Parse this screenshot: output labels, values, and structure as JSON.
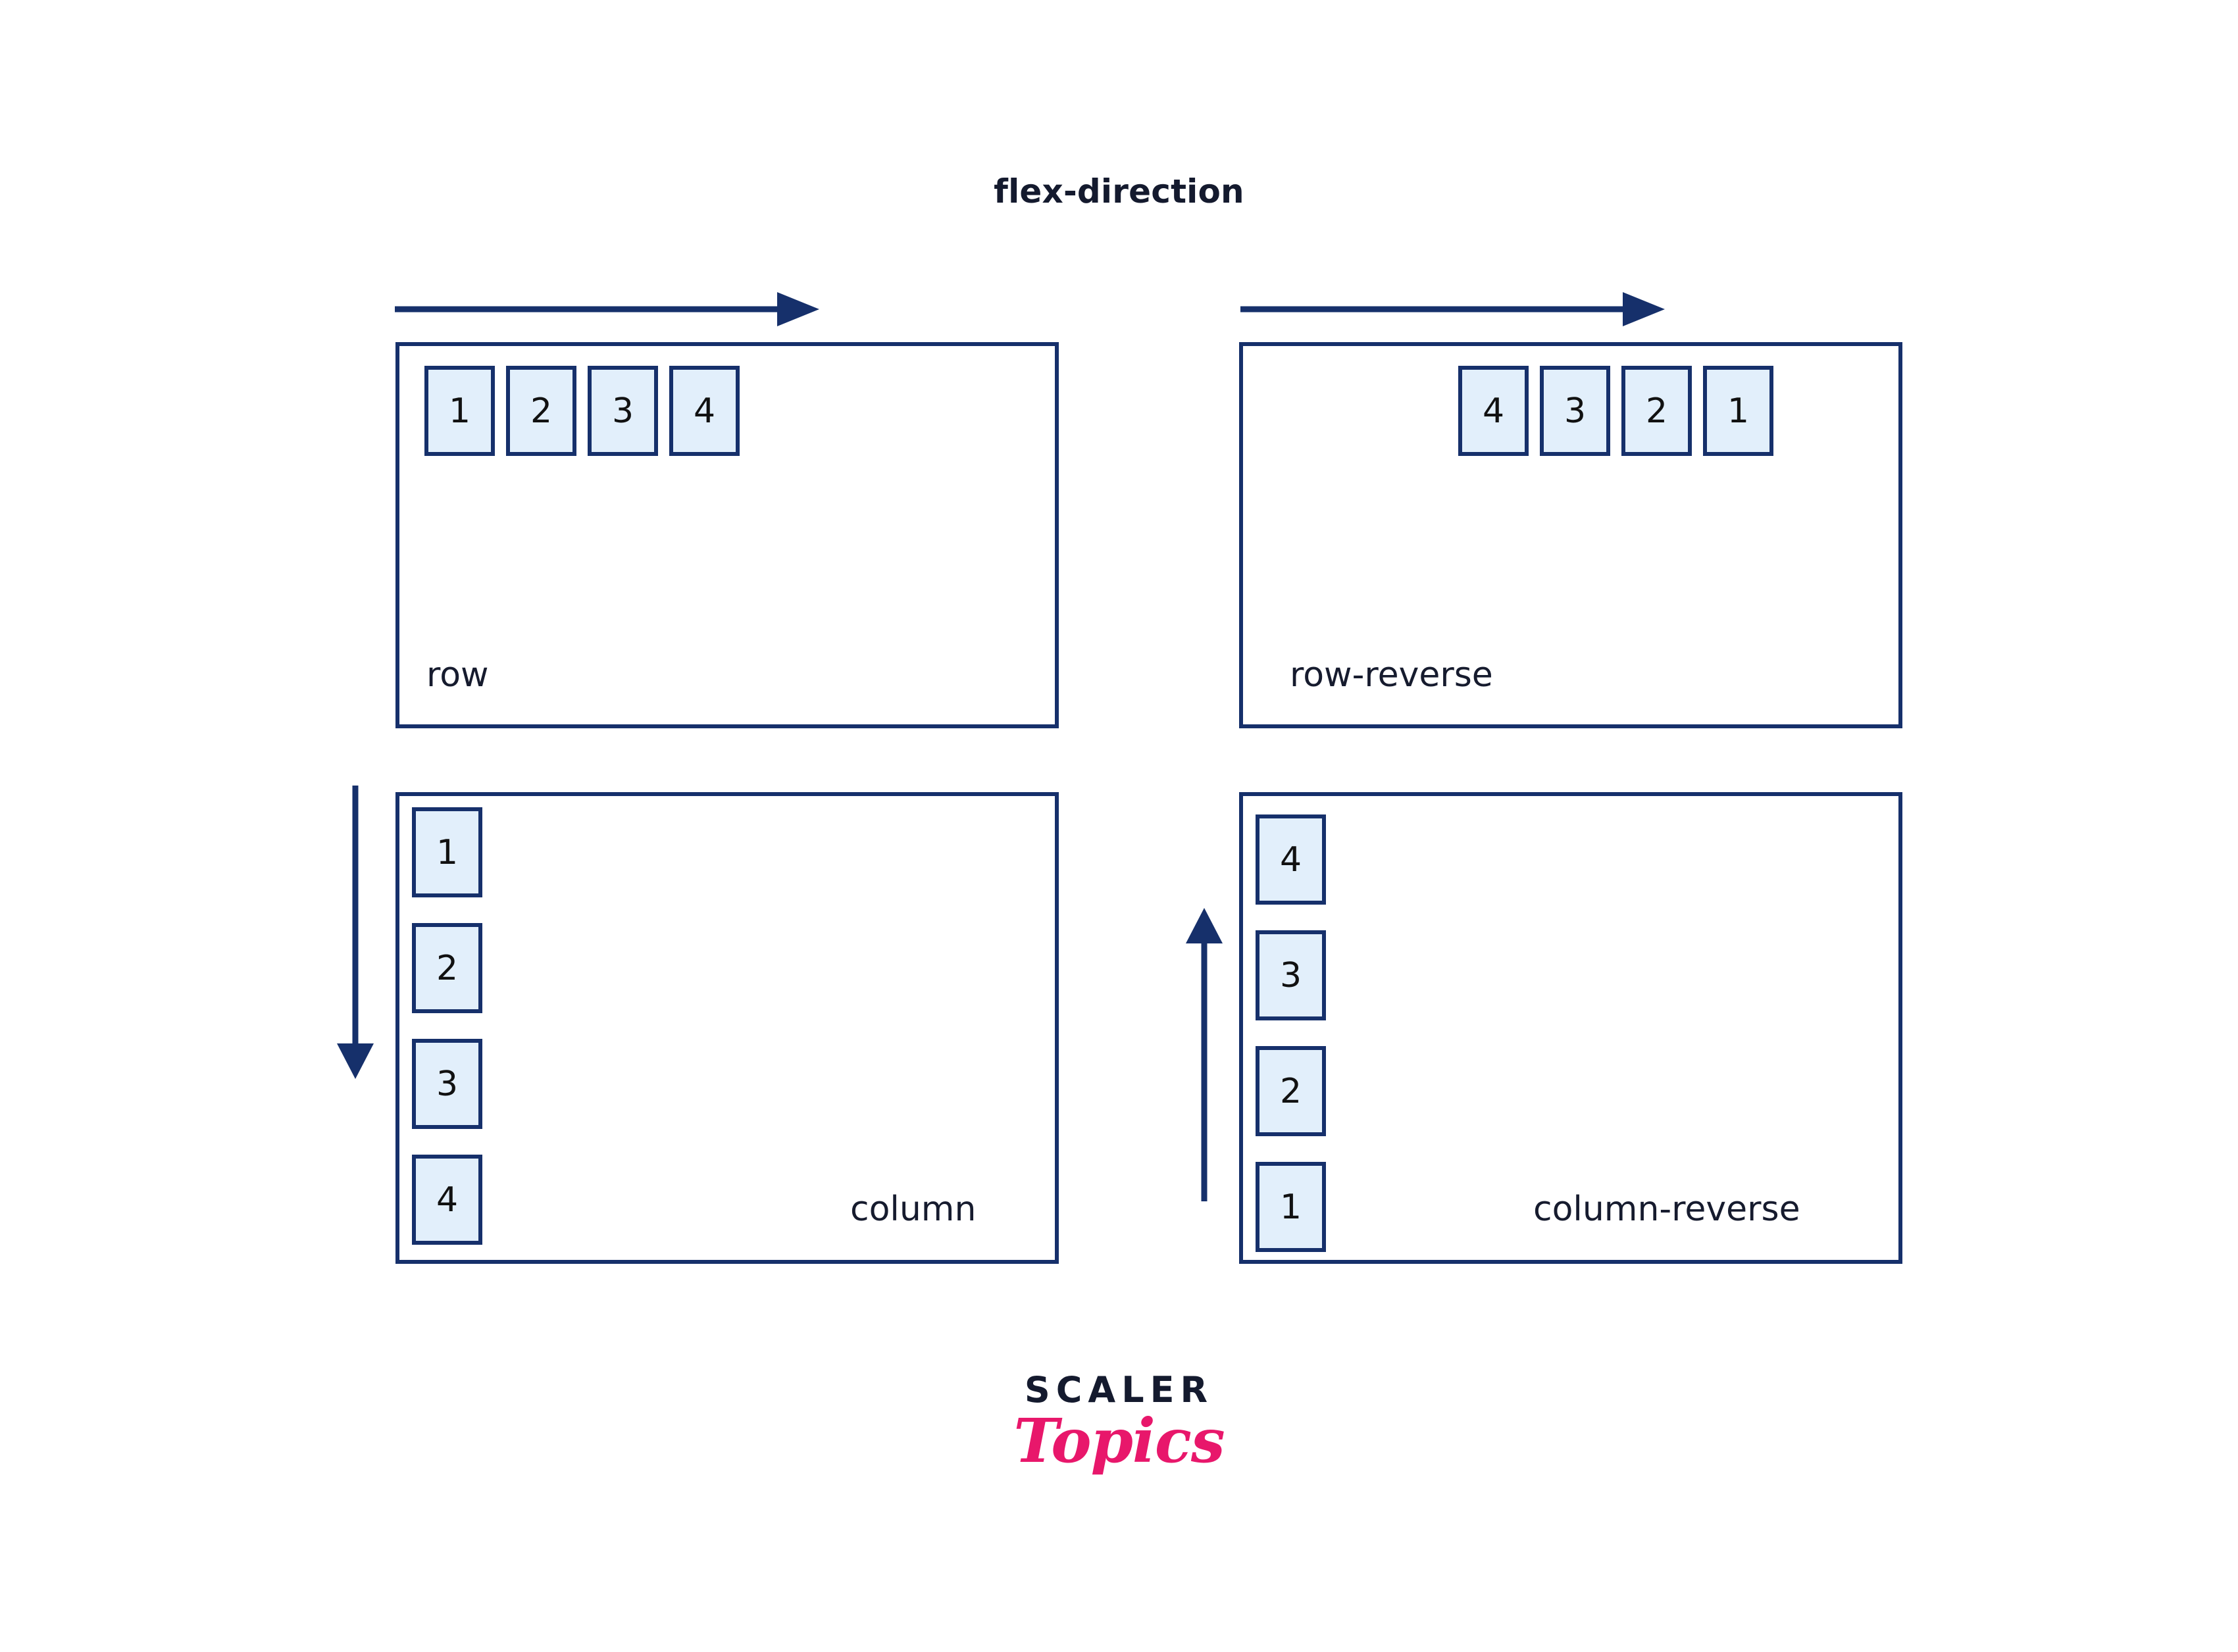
{
  "title": "flex-direction",
  "colors": {
    "border_navy": "#16306b",
    "item_fill": "#e2effb",
    "text_dark": "#161b2e",
    "logo_pink": "#e8176b"
  },
  "panels": [
    {
      "id": "row",
      "label": "row",
      "direction": "row",
      "arrow": "right",
      "items": [
        {
          "label": "1"
        },
        {
          "label": "2"
        },
        {
          "label": "3"
        },
        {
          "label": "4"
        }
      ]
    },
    {
      "id": "row-reverse",
      "label": "row-reverse",
      "direction": "row-reverse",
      "arrow": "right",
      "items": [
        {
          "label": "4"
        },
        {
          "label": "3"
        },
        {
          "label": "2"
        },
        {
          "label": "1"
        }
      ]
    },
    {
      "id": "column",
      "label": "column",
      "direction": "column",
      "arrow": "down",
      "items": [
        {
          "label": "1"
        },
        {
          "label": "2"
        },
        {
          "label": "3"
        },
        {
          "label": "4"
        }
      ]
    },
    {
      "id": "column-reverse",
      "label": "column-reverse",
      "direction": "column-reverse",
      "arrow": "up",
      "items": [
        {
          "label": "4"
        },
        {
          "label": "3"
        },
        {
          "label": "2"
        },
        {
          "label": "1"
        }
      ]
    }
  ],
  "logo": {
    "primary": "SCALER",
    "secondary": "Topics"
  }
}
